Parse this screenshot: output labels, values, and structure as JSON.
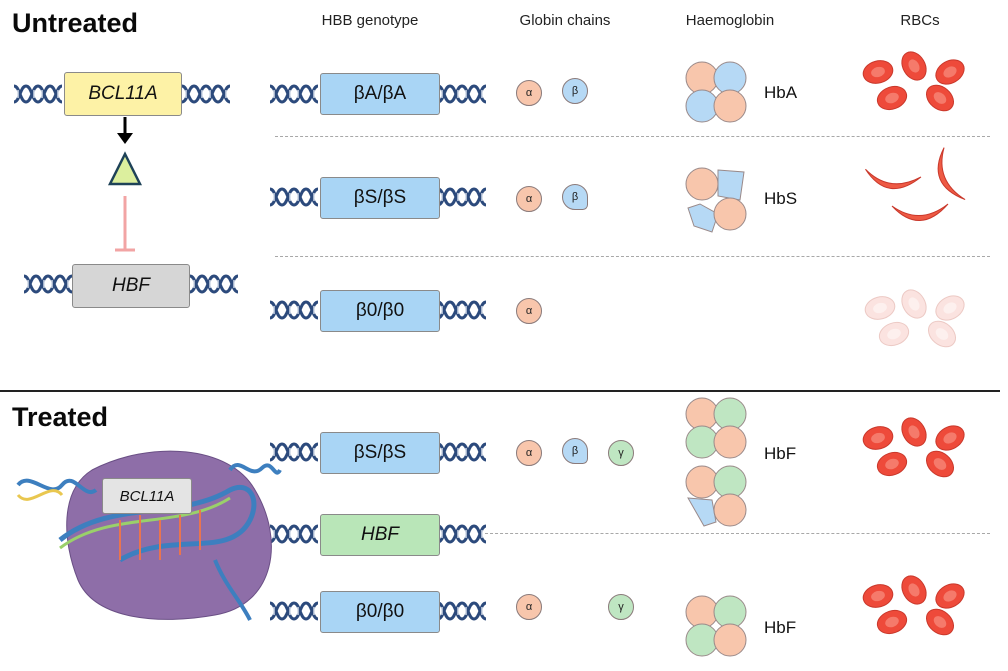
{
  "sections": {
    "untreated": "Untreated",
    "treated": "Treated"
  },
  "headers": {
    "genotype": "HBB genotype",
    "globin": "Globin chains",
    "haemoglobin": "Haemoglobin",
    "rbcs": "RBCs"
  },
  "regulators": {
    "bcl11a": "BCL11A",
    "hbf_gene": "HBF",
    "edited": "BCL11A"
  },
  "rows": {
    "r1": {
      "genotype": "βA/βA",
      "chains": [
        "α",
        "β"
      ],
      "hb": "HbA"
    },
    "r2": {
      "genotype": "βS/βS",
      "chains": [
        "α",
        "β"
      ],
      "hb": "HbS"
    },
    "r3": {
      "genotype": "β0/β0",
      "chains": [
        "α"
      ],
      "hb": ""
    },
    "t1": {
      "genotype": "βS/βS",
      "chains": [
        "α",
        "β",
        "γ"
      ],
      "hb": "HbF"
    },
    "t_hbf": {
      "gene": "HBF"
    },
    "t2": {
      "genotype": "β0/β0",
      "chains": [
        "α",
        "γ"
      ],
      "hb": "HbF"
    }
  },
  "colors": {
    "alpha": "#f8c6ac",
    "beta": "#b6d9f5",
    "gamma": "#bfe6c2",
    "rbc": "#ee4a3a",
    "cas9": "#8e6ea8",
    "dna": "#2c4a7c"
  }
}
